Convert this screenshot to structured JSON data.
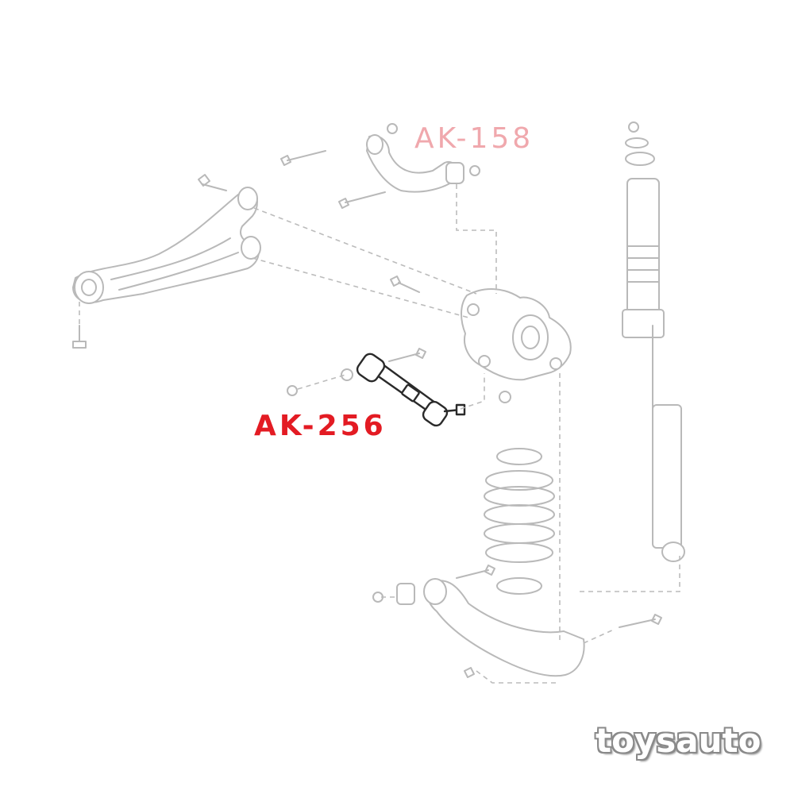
{
  "labels": {
    "upper_arm": "AK-158",
    "lower_arm": "AK-256"
  },
  "watermark": "toysauto",
  "colors": {
    "upper_label": "#f0a8ad",
    "lower_label": "#e31b23",
    "line_art": "#b9b9b9",
    "highlight": "#2a2a2a"
  }
}
